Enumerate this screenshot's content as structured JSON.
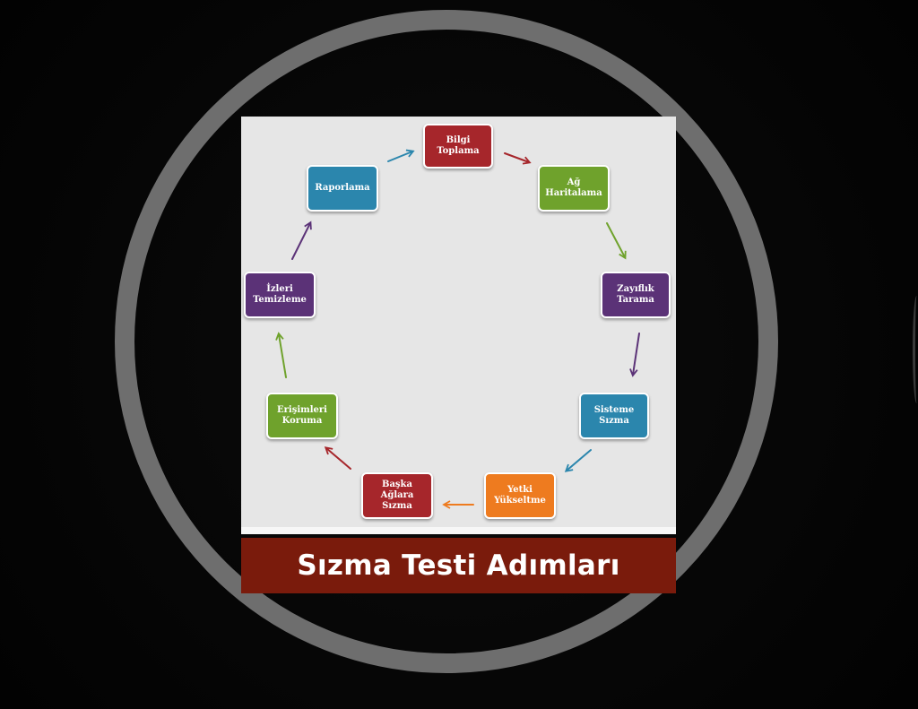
{
  "title": "Sızma Testi Adımları",
  "colors": {
    "background": "#050505",
    "ring": "#6e6e6e",
    "panel": "#e6e6e6",
    "banner": "#7a1b0c"
  },
  "steps": [
    {
      "id": "bilgi-toplama",
      "label": "Bilgi\nToplama",
      "color": "#a6262b"
    },
    {
      "id": "ag-haritalama",
      "label": "Ağ\nHaritalama",
      "color": "#6fa22c"
    },
    {
      "id": "zayiflik-tarama",
      "label": "Zayıflık\nTarama",
      "color": "#5b3277"
    },
    {
      "id": "sisteme-sizma",
      "label": "Sisteme\nSızma",
      "color": "#2b86ad"
    },
    {
      "id": "yetki-yukseltme",
      "label": "Yetki\nYükseltme",
      "color": "#ee7b1f"
    },
    {
      "id": "baska-aglara-sizma",
      "label": "Başka\nAğlara\nSızma",
      "color": "#a6262b"
    },
    {
      "id": "erisimleri-koruma",
      "label": "Erişimleri\nKoruma",
      "color": "#6fa22c"
    },
    {
      "id": "izleri-temizleme",
      "label": "İzleri\nTemizleme",
      "color": "#5b3277"
    },
    {
      "id": "raporlama",
      "label": "Raporlama",
      "color": "#2b86ad"
    }
  ],
  "arrows": [
    {
      "from": "bilgi-toplama",
      "to": "ag-haritalama",
      "color": "#a6262b"
    },
    {
      "from": "ag-haritalama",
      "to": "zayiflik-tarama",
      "color": "#6fa22c"
    },
    {
      "from": "zayiflik-tarama",
      "to": "sisteme-sizma",
      "color": "#5b3277"
    },
    {
      "from": "sisteme-sizma",
      "to": "yetki-yukseltme",
      "color": "#2b86ad"
    },
    {
      "from": "yetki-yukseltme",
      "to": "baska-aglara-sizma",
      "color": "#ee7b1f"
    },
    {
      "from": "baska-aglara-sizma",
      "to": "erisimleri-koruma",
      "color": "#a6262b"
    },
    {
      "from": "erisimleri-koruma",
      "to": "izleri-temizleme",
      "color": "#6fa22c"
    },
    {
      "from": "izleri-temizleme",
      "to": "raporlama",
      "color": "#5b3277"
    },
    {
      "from": "raporlama",
      "to": "bilgi-toplama",
      "color": "#2b86ad"
    }
  ]
}
